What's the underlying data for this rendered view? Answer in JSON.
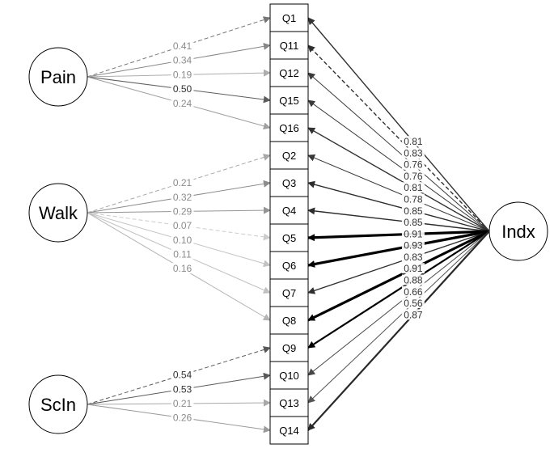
{
  "items": [
    "Q1",
    "Q11",
    "Q12",
    "Q15",
    "Q16",
    "Q2",
    "Q3",
    "Q4",
    "Q5",
    "Q6",
    "Q7",
    "Q8",
    "Q9",
    "Q10",
    "Q13",
    "Q14"
  ],
  "factors": [
    {
      "name": "Pain",
      "side": "left"
    },
    {
      "name": "Walk",
      "side": "left"
    },
    {
      "name": "ScIn",
      "side": "left"
    },
    {
      "name": "Indx",
      "side": "right"
    }
  ],
  "paths": [
    {
      "from": "Pain",
      "to": "Q1",
      "label": "0.41",
      "dashed": true
    },
    {
      "from": "Pain",
      "to": "Q11",
      "label": "0.34"
    },
    {
      "from": "Pain",
      "to": "Q12",
      "label": "0.19"
    },
    {
      "from": "Pain",
      "to": "Q15",
      "label": "0.50"
    },
    {
      "from": "Pain",
      "to": "Q16",
      "label": "0.24"
    },
    {
      "from": "Walk",
      "to": "Q2",
      "label": "0.21",
      "dashed": true
    },
    {
      "from": "Walk",
      "to": "Q3",
      "label": "0.32"
    },
    {
      "from": "Walk",
      "to": "Q4",
      "label": "0.29"
    },
    {
      "from": "Walk",
      "to": "Q5",
      "label": "0.07",
      "dashed": true
    },
    {
      "from": "Walk",
      "to": "Q6",
      "label": "0.10"
    },
    {
      "from": "Walk",
      "to": "Q7",
      "label": "0.11"
    },
    {
      "from": "Walk",
      "to": "Q8",
      "label": "0.16"
    },
    {
      "from": "ScIn",
      "to": "Q9",
      "label": "0.54",
      "dashed": true
    },
    {
      "from": "ScIn",
      "to": "Q10",
      "label": "0.53"
    },
    {
      "from": "ScIn",
      "to": "Q13",
      "label": "0.21"
    },
    {
      "from": "ScIn",
      "to": "Q14",
      "label": "0.26"
    },
    {
      "from": "Indx",
      "to": "Q11",
      "label": "0.83",
      "dashed": true
    },
    {
      "from": "Indx",
      "to": "Q12",
      "label": "0.76"
    },
    {
      "from": "Indx",
      "to": "Q15",
      "label": "0.76"
    },
    {
      "from": "Indx",
      "to": "Q16",
      "label": "0.81"
    },
    {
      "from": "Indx",
      "to": "Q2",
      "label": "0.78"
    },
    {
      "from": "Indx",
      "to": "Q3",
      "label": "0.85"
    },
    {
      "from": "Indx",
      "to": "Q4",
      "label": "0.85"
    },
    {
      "from": "Indx",
      "to": "Q5",
      "label": "0.91"
    },
    {
      "from": "Indx",
      "to": "Q6",
      "label": "0.93"
    },
    {
      "from": "Indx",
      "to": "Q7",
      "label": "0.83"
    },
    {
      "from": "Indx",
      "to": "Q8",
      "label": "0.91"
    },
    {
      "from": "Indx",
      "to": "Q9",
      "label": "0.88"
    },
    {
      "from": "Indx",
      "to": "Q10",
      "label": "0.66"
    },
    {
      "from": "Indx",
      "to": "Q13",
      "label": "0.56"
    },
    {
      "from": "Indx",
      "to": "Q14",
      "label": "0.87"
    },
    {
      "from": "Indx",
      "to": "Q1",
      "label": "0.81"
    }
  ]
}
